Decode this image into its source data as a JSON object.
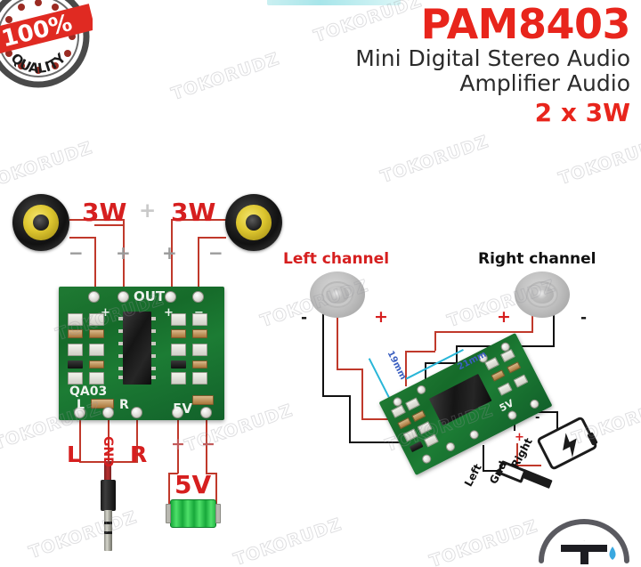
{
  "header": {
    "model": "PAM8403",
    "subtitle_line1": "Mini Digital Stereo Audio",
    "subtitle_line2": "Amplifier Audio",
    "power": "2 x 3W",
    "model_color": "#e8251c",
    "subtitle_color": "#2b2b2b"
  },
  "badge": {
    "percent": "100%",
    "quality": "QUALITY",
    "banner_color": "#e02a22",
    "ring_color": "#4a4a4a"
  },
  "watermark": {
    "text": "TOKORUDZ"
  },
  "left_diagram": {
    "speaker_left_power": "3W",
    "speaker_right_power": "3W",
    "speaker_left_minus": "−",
    "speaker_left_plus": "+",
    "speaker_right_plus": "+",
    "speaker_right_minus": "−",
    "top_plus": "+",
    "board_silk_out": "OUT",
    "board_silk_qa03": "QA03",
    "board_silk_l": "L",
    "board_silk_r": "R",
    "board_silk_5v": "5V",
    "board_out_plus_left": "+",
    "board_out_plus_right": "+",
    "board_out_minus_right": "−",
    "input_l": "L",
    "input_gnd": "GND",
    "input_r": "R",
    "power_plus": "+",
    "power_minus": "−",
    "power_label": "5V"
  },
  "right_diagram": {
    "left_channel_label": "Left channel",
    "right_channel_label": "Right channel",
    "left_channel_color": "#d61f1f",
    "right_channel_color": "#111111",
    "left_spk_minus": "-",
    "left_spk_plus": "+",
    "right_spk_plus": "+",
    "right_spk_minus": "-",
    "dimension_width": "19mm",
    "dimension_length": "21mm",
    "dimension_color": "#3b5fc0",
    "board_label_left": "Left",
    "board_label_gnd": "Gnd",
    "board_label_right": "Right",
    "board_label_5v": "5V",
    "board_label_plus": "+",
    "board_label_minus": "-"
  },
  "logo": {
    "letter": "T"
  }
}
